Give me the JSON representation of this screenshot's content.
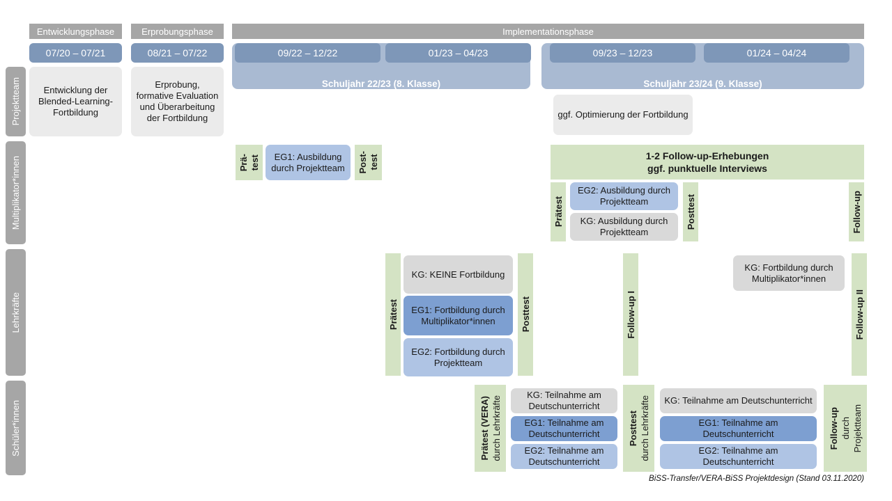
{
  "header": {
    "phases": [
      {
        "label": "Entwicklungsphase"
      },
      {
        "label": "Erprobungsphase"
      },
      {
        "label": "Implementationsphase"
      }
    ],
    "date_chips": [
      {
        "label": "07/20 – 07/21"
      },
      {
        "label": "08/21 – 07/22"
      },
      {
        "label": "09/22 – 12/22"
      },
      {
        "label": "01/23 – 04/23"
      },
      {
        "label": "09/23 – 12/23"
      },
      {
        "label": "01/24 – 04/24"
      }
    ],
    "school_years": [
      {
        "label": "Schuljahr 22/23 (8. Klasse)"
      },
      {
        "label": "Schuljahr 23/24 (9. Klasse)"
      }
    ]
  },
  "roles": [
    {
      "label": "Projektteam"
    },
    {
      "label": "Multiplikator*innen"
    },
    {
      "label": "Lehrkräfte"
    },
    {
      "label": "Schüler*innen"
    }
  ],
  "projektteam": {
    "entwicklung": "Entwicklung der Blended-Learning-Fortbildung",
    "erprobung": "Erprobung, formative Evaluation und Überarbeitung der Fortbildung",
    "optimierung": "ggf. Optimierung der Fortbildung"
  },
  "multiplikatoren": {
    "praetest_short_line1": "Prä-",
    "praetest_short_line2": "test",
    "posttest_short_line1": "Post-",
    "posttest_short_line2": "test",
    "eg1_ausbildung": "EG1: Ausbildung durch Projektteam",
    "followup_banner_line1": "1-2 Follow-up-Erhebungen",
    "followup_banner_line2": "ggf. punktuelle Interviews",
    "praetest": "Prätest",
    "posttest": "Posttest",
    "followup": "Follow-up",
    "eg2_ausbildung": "EG2: Ausbildung durch Projektteam",
    "kg_ausbildung": "KG: Ausbildung durch Projektteam"
  },
  "lehrkraefte": {
    "praetest": "Prätest",
    "posttest": "Posttest",
    "followup_1": "Follow-up I",
    "followup_2": "Follow-up II",
    "kg_keine": "KG:  KEINE Fortbildung",
    "eg1_fortbildung": "EG1: Fortbildung durch Multiplikator*innen",
    "eg2_fortbildung": "EG2: Fortbildung durch Projektteam",
    "kg_fortbildung": "KG: Fortbildung durch Multiplikator*innen"
  },
  "schueler": {
    "praetest_bold": "Prätest (VERA)",
    "praetest_sub": "durch Lehrkräfte",
    "posttest_bold": "Posttest",
    "posttest_sub": "durch Lehrkräfte",
    "followup_bold": "Follow-up",
    "followup_sub1": "durch",
    "followup_sub2": "Projektteam",
    "left_kg": "KG: Teilnahme am Deutschunterricht",
    "left_eg1": "EG1: Teilnahme am Deutschunterricht",
    "left_eg2": "EG2: Teilnahme am Deutschunterricht",
    "right_kg": "KG: Teilnahme am Deutschunterricht",
    "right_eg1": "EG1: Teilnahme am Deutschunterricht",
    "right_eg2": "EG2: Teilnahme am Deutschunterricht"
  },
  "footer": {
    "text": "BiSS-Transfer/VERA-BiSS Projektdesign (Stand 03.11.2020)"
  },
  "colors": {
    "gray_header": "#A6A6A6",
    "date_chip": "#7E97B8",
    "year_band": "#A9BAD2",
    "box_gray": "#EBEBEB",
    "box_gray_dark": "#D9D9D9",
    "blue_dark": "#7D9FD1",
    "blue_light": "#AFC4E4",
    "green": "#D4E3C4"
  }
}
